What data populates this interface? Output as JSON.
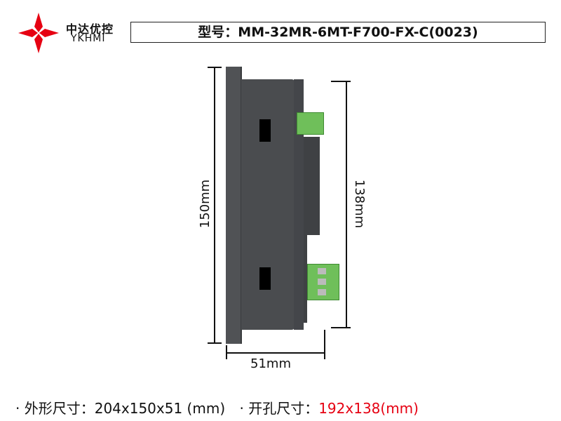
{
  "brand": {
    "name_cn": "中达优控",
    "name_en": "YKHMI",
    "logo_color": "#e60012"
  },
  "model": {
    "label": "型号：MM-32MR-6MT-F700-FX-C(0023)"
  },
  "dimensions": {
    "height": "150mm",
    "cutout_height": "138mm",
    "depth": "51mm"
  },
  "specs": {
    "outer_label": "· 外形尺寸：",
    "outer_value": "204x150x51 (mm)",
    "cutout_label": "· 开孔尺寸：",
    "cutout_value": "192x138(mm)",
    "cutout_color": "#e60012"
  }
}
